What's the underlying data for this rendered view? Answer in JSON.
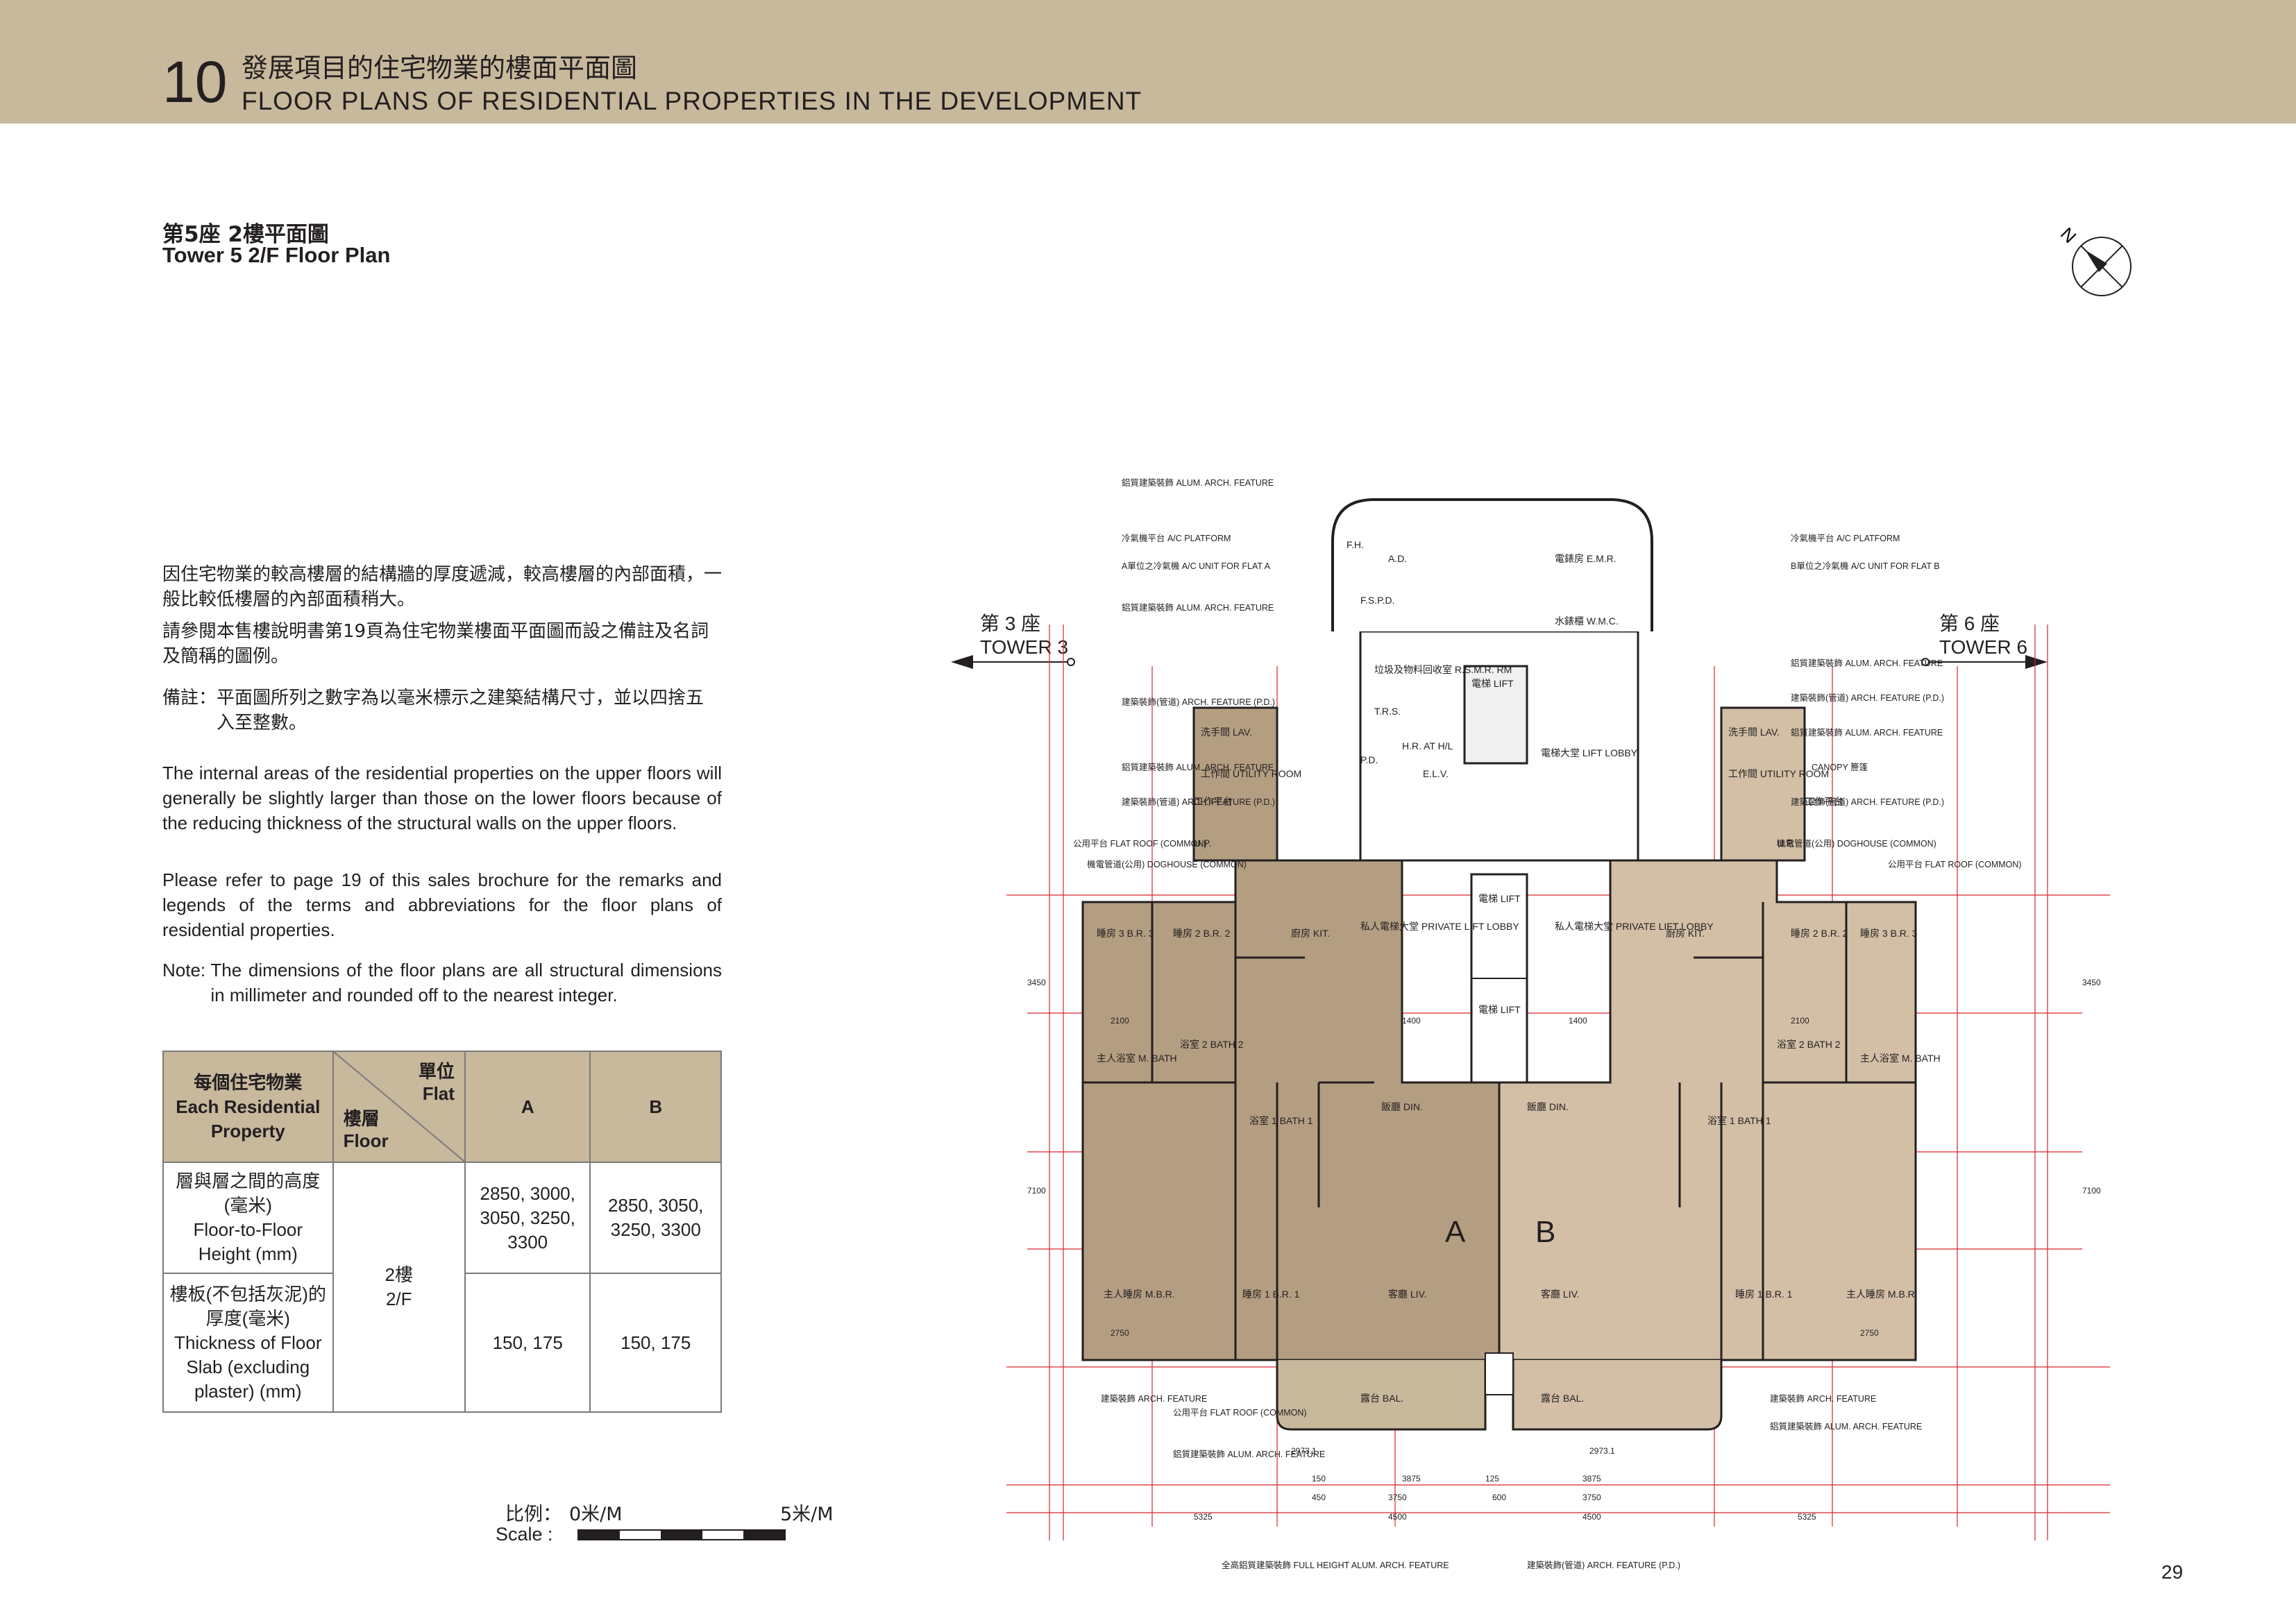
{
  "header": {
    "section_number": "10",
    "title_zh": "發展項目的住宅物業的樓面平面圖",
    "title_en": "FLOOR PLANS OF RESIDENTIAL PROPERTIES IN THE DEVELOPMENT"
  },
  "plan_title": {
    "zh": "第5座 2樓平面圖",
    "en": "Tower 5 2/F Floor Plan"
  },
  "notes_zh": {
    "p1": "因住宅物業的較高樓層的結構牆的厚度遞減，較高樓層的內部面積，一般比較低樓層的內部面積稍大。",
    "p2": "請參閱本售樓說明書第19頁為住宅物業樓面平面圖而設之備註及名詞及簡稱的圖例。",
    "note_label": "備註：",
    "note_text": "平面圖所列之數字為以毫米標示之建築結構尺寸，並以四捨五入至整數。"
  },
  "notes_en": {
    "p1": "The internal areas of the residential properties on the upper floors will generally be slightly larger than those on the lower floors because of the reducing thickness of the structural walls on the upper floors.",
    "p2": "Please refer to page 19 of this sales brochure for the remarks and legends of the terms and abbreviations for the floor plans of residential properties.",
    "note_label": "Note: ",
    "note_text": "The dimensions of the floor plans are all structural dimensions in millimeter and rounded off to the nearest integer."
  },
  "table": {
    "corner_top_zh": "單位",
    "corner_top_en": "Flat",
    "corner_bottom_zh": "樓層",
    "corner_bottom_en": "Floor",
    "row_header_zh": "每個住宅物業",
    "row_header_en": "Each Residential Property",
    "col_a": "A",
    "col_b": "B",
    "floor_zh": "2樓",
    "floor_en": "2/F",
    "row1_label_zh": "層與層之間的高度(毫米)",
    "row1_label_en": "Floor-to-Floor Height (mm)",
    "row1_a": "2850, 3000, 3050, 3250, 3300",
    "row1_b": "2850, 3050, 3250, 3300",
    "row2_label_zh": "樓板(不包括灰泥)的厚度(毫米)",
    "row2_label_en": "Thickness of Floor Slab (excluding plaster) (mm)",
    "row2_a": "150, 175",
    "row2_b": "150, 175"
  },
  "scale": {
    "label_zh": "比例：",
    "start": "0米/M",
    "end": "5米/M",
    "label_en": "Scale :"
  },
  "compass": {
    "label": "N",
    "icon": "north-arrow-icon"
  },
  "plan": {
    "tower3_zh": "第 3 座",
    "tower3_en": "TOWER 3",
    "tower6_zh": "第 6 座",
    "tower6_en": "TOWER 6",
    "flat_a": "A",
    "flat_b": "B",
    "l_alum_top": "鋁質建築裝飾 ALUM. ARCH. FEATURE",
    "l_ac_platform_l": "冷氣機平台 A/C PLATFORM",
    "l_ac_unit_a": "A單位之冷氣機 A/C UNIT FOR FLAT A",
    "l_alum_l": "鋁質建築裝飾 ALUM. ARCH. FEATURE",
    "l_arch_pd_l": "建築裝飾(管道) ARCH. FEATURE (P.D.)",
    "l_alum_l2": "鋁質建築裝飾 ALUM. ARCH. FEATURE",
    "l_arch_pd_l2": "建築裝飾(管道) ARCH. FEATURE (P.D.)",
    "l_flat_roof_l": "公用平台 FLAT ROOF (COMMON)",
    "l_doghouse_l": "機電管道(公用) DOGHOUSE (COMMON)",
    "l_ac_platform_r": "冷氣機平台 A/C PLATFORM",
    "l_ac_unit_b": "B單位之冷氣機 A/C UNIT FOR FLAT B",
    "l_alum_r": "鋁質建築裝飾 ALUM. ARCH. FEATURE",
    "l_arch_pd_r": "建築裝飾(管道) ARCH. FEATURE (P.D.)",
    "l_alum_r2": "鋁質建築裝飾 ALUM. ARCH. FEATURE",
    "l_canopy": "CANOPY 簷篷",
    "l_arch_pd_r2": "建築裝飾(管道) ARCH. FEATURE (P.D.)",
    "l_doghouse_r": "機電管道(公用) DOGHOUSE (COMMON)",
    "l_flat_roof_r": "公用平台 FLAT ROOF (COMMON)",
    "r_fh": "F.H.",
    "r_ad": "A.D.",
    "r_emr": "電錶房 E.M.R.",
    "r_fspd": "F.S.P.D.",
    "r_wmc": "水錶櫃 W.M.C.",
    "r_rsmr": "垃圾及物料回收室 R.S.M.R. RM",
    "r_lift": "電梯 LIFT",
    "r_trs": "T.R.S.",
    "r_hr": "H.R. AT H/L",
    "r_pd": "P.D.",
    "r_elv": "E.L.V.",
    "r_lift_lobby": "電梯大堂 LIFT LOBBY",
    "r_lav": "洗手間 LAV.",
    "r_utility": "工作間 UTILITY ROOM",
    "r_platform": "工作平台",
    "r_up": "U.P.",
    "r_br3": "睡房 3 B.R. 3",
    "r_br2": "睡房 2 B.R. 2",
    "r_kit": "廚房 KIT.",
    "r_private_lobby": "私人電梯大堂 PRIVATE LIFT LOBBY",
    "r_bath2": "浴室 2 BATH 2",
    "r_mbath": "主人浴室 M. BATH",
    "r_bath1": "浴室 1 BATH 1",
    "r_din": "飯廳 DIN.",
    "r_mbr": "主人睡房 M.B.R.",
    "r_br1": "睡房 1 B.R. 1",
    "r_liv": "客廳 LIV.",
    "r_bal": "露台 BAL.",
    "b_arch_l": "建築裝飾 ARCH. FEATURE",
    "b_flat_roof": "公用平台 FLAT ROOF (COMMON)",
    "b_alum_l": "鋁質建築裝飾 ALUM. ARCH. FEATURE",
    "b_arch_r": "建築裝飾 ARCH. FEATURE",
    "b_alum_r": "鋁質建築裝飾 ALUM. ARCH. FEATURE",
    "b_full_height": "全高鋁質建築裝飾 FULL HEIGHT ALUM. ARCH. FEATURE",
    "b_arch_pd": "建築裝飾(管道) ARCH. FEATURE (P.D.)",
    "d_2973": "2973.1",
    "d_3875": "3875",
    "d_3750": "3750",
    "d_4500": "4500",
    "d_5325": "5325",
    "d_125": "125",
    "d_600": "600",
    "d_450": "450",
    "d_150": "150",
    "d_3450": "3450",
    "d_7100": "7100",
    "d_2750": "2750",
    "d_2100": "2100",
    "d_1400": "1400"
  },
  "colors": {
    "header_bg": "#c8b89c",
    "flat_a_fill": "#b49e82",
    "flat_b_fill": "#d2bfa6",
    "dimension_red": "#d9232e"
  },
  "page_number": "29"
}
